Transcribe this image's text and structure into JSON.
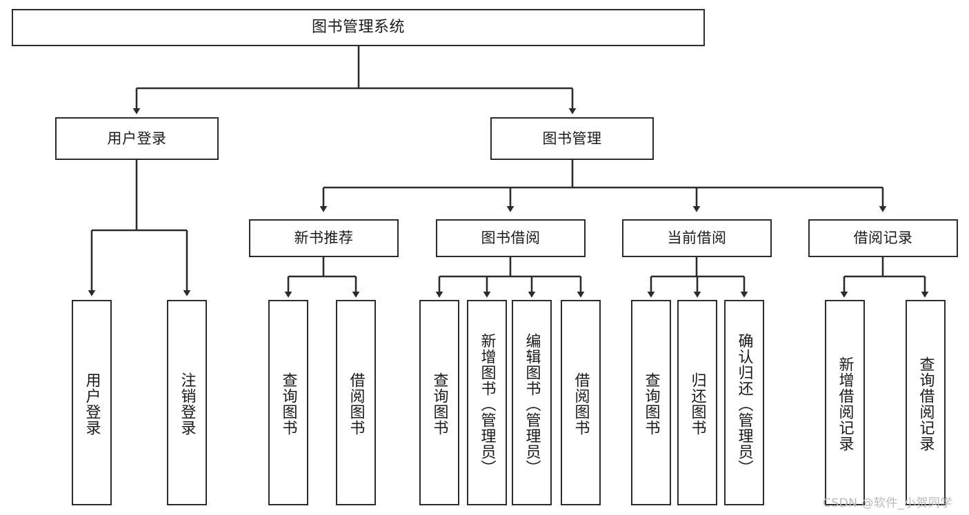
{
  "diagram": {
    "type": "tree-hierarchy",
    "title": "图书管理系统",
    "watermark": "CSDN @软件_小贺同学",
    "colors": {
      "stroke": "#2b2b2b",
      "fill": "#ffffff",
      "text": "#1a1a1a",
      "watermark": "#b9b9b9"
    },
    "nodes": {
      "root": {
        "label": "图书管理系统"
      },
      "level1": [
        {
          "label": "用户登录"
        },
        {
          "label": "图书管理"
        }
      ],
      "level2": [
        {
          "label": "新书推荐"
        },
        {
          "label": "图书借阅"
        },
        {
          "label": "当前借阅"
        },
        {
          "label": "借阅记录"
        }
      ],
      "leaves_user_login": [
        {
          "label": "用户登录"
        },
        {
          "label": "注销登录"
        }
      ],
      "leaves_new_books": [
        {
          "label": "查询图书"
        },
        {
          "label": "借阅图书"
        }
      ],
      "leaves_borrow": [
        {
          "label": "查询图书"
        },
        {
          "label": "新增图书（管理员）"
        },
        {
          "label": "编辑图书（管理员）"
        },
        {
          "label": "借阅图书"
        }
      ],
      "leaves_current": [
        {
          "label": "查询图书"
        },
        {
          "label": "归还图书"
        },
        {
          "label": "确认归还（管理员）"
        }
      ],
      "leaves_records": [
        {
          "label": "新增借阅记录"
        },
        {
          "label": "查询借阅记录"
        }
      ]
    }
  }
}
